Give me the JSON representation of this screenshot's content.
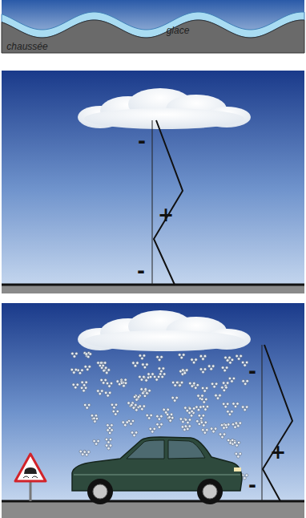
{
  "diagram": {
    "labels": [
      "chaussée",
      "glace",
      "-",
      "+",
      "-",
      "-",
      "+",
      "-"
    ]
  }
}
